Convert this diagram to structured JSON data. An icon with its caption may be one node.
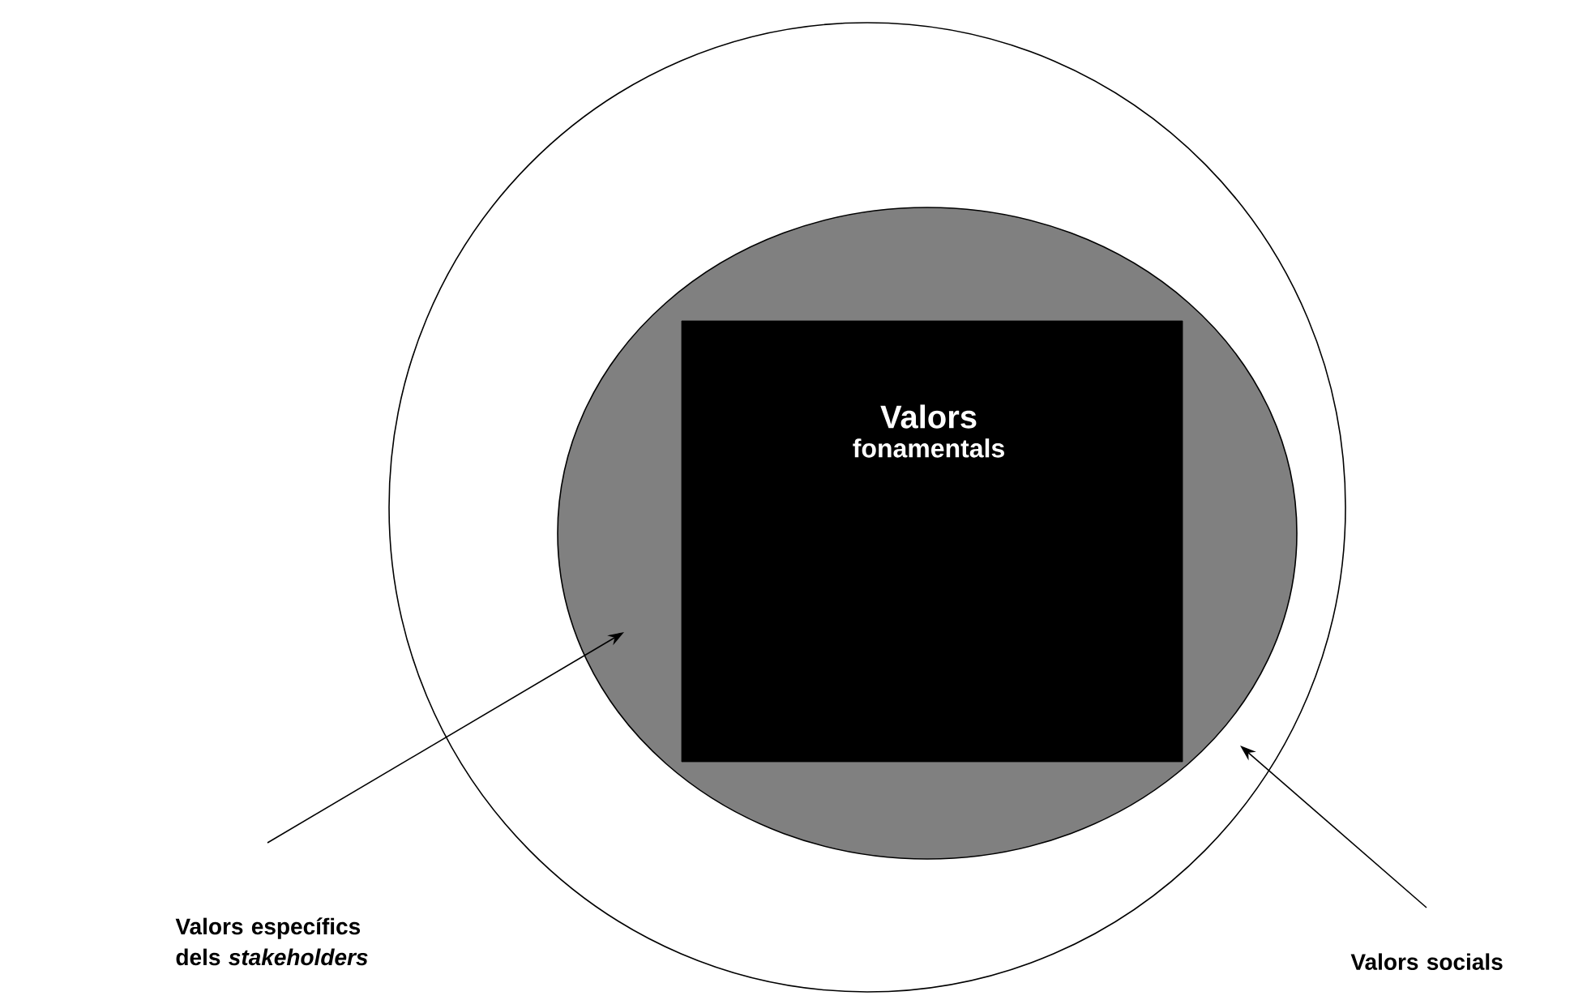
{
  "diagram": {
    "nodes": [
      {
        "text": [],
        "shape": "circle"
      },
      {
        "text": [],
        "shape": "circle",
        "in": 0
      },
      {
        "text": [
          "Valors",
          "fonamentals"
        ],
        "in": 1
      },
      {
        "text": [
          "Valors específics dels *stakeholders*"
        ]
      },
      {
        "text": [
          "Valors socials"
        ]
      }
    ],
    "edges": [
      {
        "from": 3,
        "to": 1,
        "arrow": "to"
      },
      {
        "from": 4,
        "to": 0,
        "arrow": "to"
      }
    ]
  }
}
